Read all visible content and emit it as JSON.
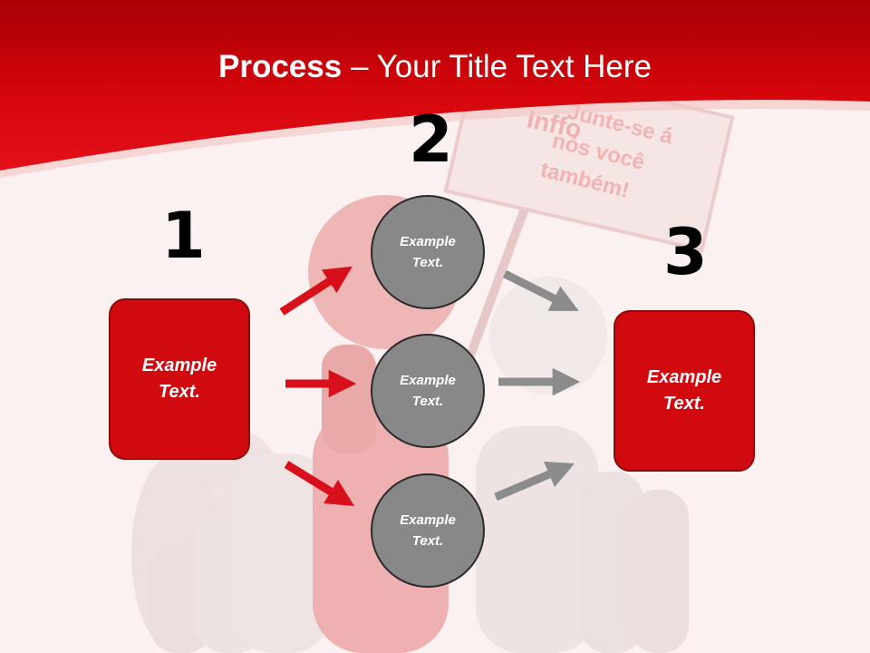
{
  "title": {
    "bold": "Process",
    "rest": " – Your Title Text Here"
  },
  "steps": [
    {
      "number": "1",
      "text1": "Example",
      "text2": "Text."
    },
    {
      "number": "2"
    },
    {
      "number": "3",
      "text1": "Example",
      "text2": "Text."
    }
  ],
  "circles": [
    {
      "text1": "Example",
      "text2": "Text."
    },
    {
      "text1": "Example",
      "text2": "Text."
    },
    {
      "text1": "Example",
      "text2": "Text."
    }
  ],
  "sign": {
    "brand": "Inffo",
    "line1": "Junte-se á",
    "line2": "nós você",
    "line3": "também!"
  },
  "colors": {
    "header_red": "#d8060b",
    "box_red": "#d10a10",
    "arrow_red": "#d8101b",
    "arrow_gray": "#8c8c8c",
    "circle_gray": "#888888",
    "background": "#fbf1f1"
  }
}
